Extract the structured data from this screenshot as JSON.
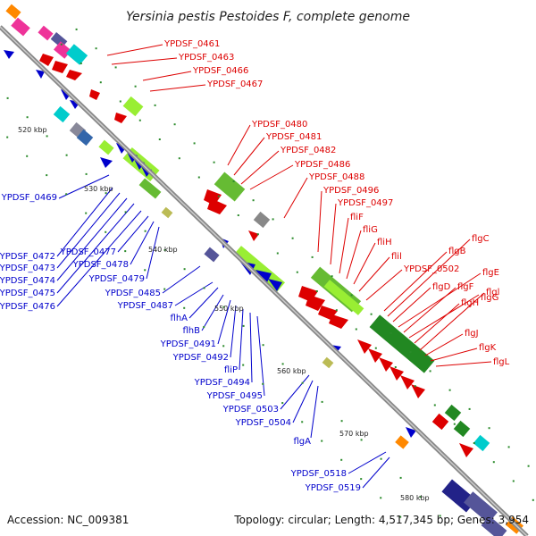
{
  "header": {
    "title": "Yersinia pestis Pestoides F, complete genome"
  },
  "footer": {
    "accession": "Accession: NC_009381",
    "summary": "Topology: circular; Length: 4,517,345 bp; Genes: 3,954"
  },
  "colors": {
    "forward_label": "#dd0000",
    "reverse_label": "#0000cc",
    "backbone": "#888888",
    "tick": "#2a8a2a"
  },
  "scale": [
    "520 kbp",
    "530 kbp",
    "540 kbp",
    "550 kbp",
    "560 kbp",
    "570 kbp",
    "580 kbp"
  ],
  "forward_labels": [
    "YPDSF_0461",
    "YPDSF_0463",
    "YPDSF_0466",
    "YPDSF_0467",
    "YPDSF_0480",
    "YPDSF_0481",
    "YPDSF_0482",
    "YPDSF_0486",
    "YPDSF_0488",
    "YPDSF_0496",
    "YPDSF_0497",
    "fliF",
    "fliG",
    "fliH",
    "flil",
    "YPDSF_0502",
    "flgB",
    "flgC",
    "flgD",
    "flgE",
    "flgF",
    "flgG",
    "flgH",
    "flgl",
    "flgJ",
    "flgK",
    "flgL"
  ],
  "reverse_labels": [
    "YPDSF_0469",
    "YPDSF_0472",
    "YPDSF_0473",
    "YPDSF_0474",
    "YPDSF_0475",
    "YPDSF_0476",
    "YPDSF_0477",
    "YPDSF_0478",
    "YPDSF_0479",
    "YPDSF_0485",
    "YPDSF_0487",
    "flhA",
    "flhB",
    "YPDSF_0491",
    "YPDSF_0492",
    "fliP",
    "YPDSF_0494",
    "YPDSF_0495",
    "YPDSF_0503",
    "YPDSF_0504",
    "flgA",
    "YPDSF_0518",
    "YPDSF_0519"
  ]
}
